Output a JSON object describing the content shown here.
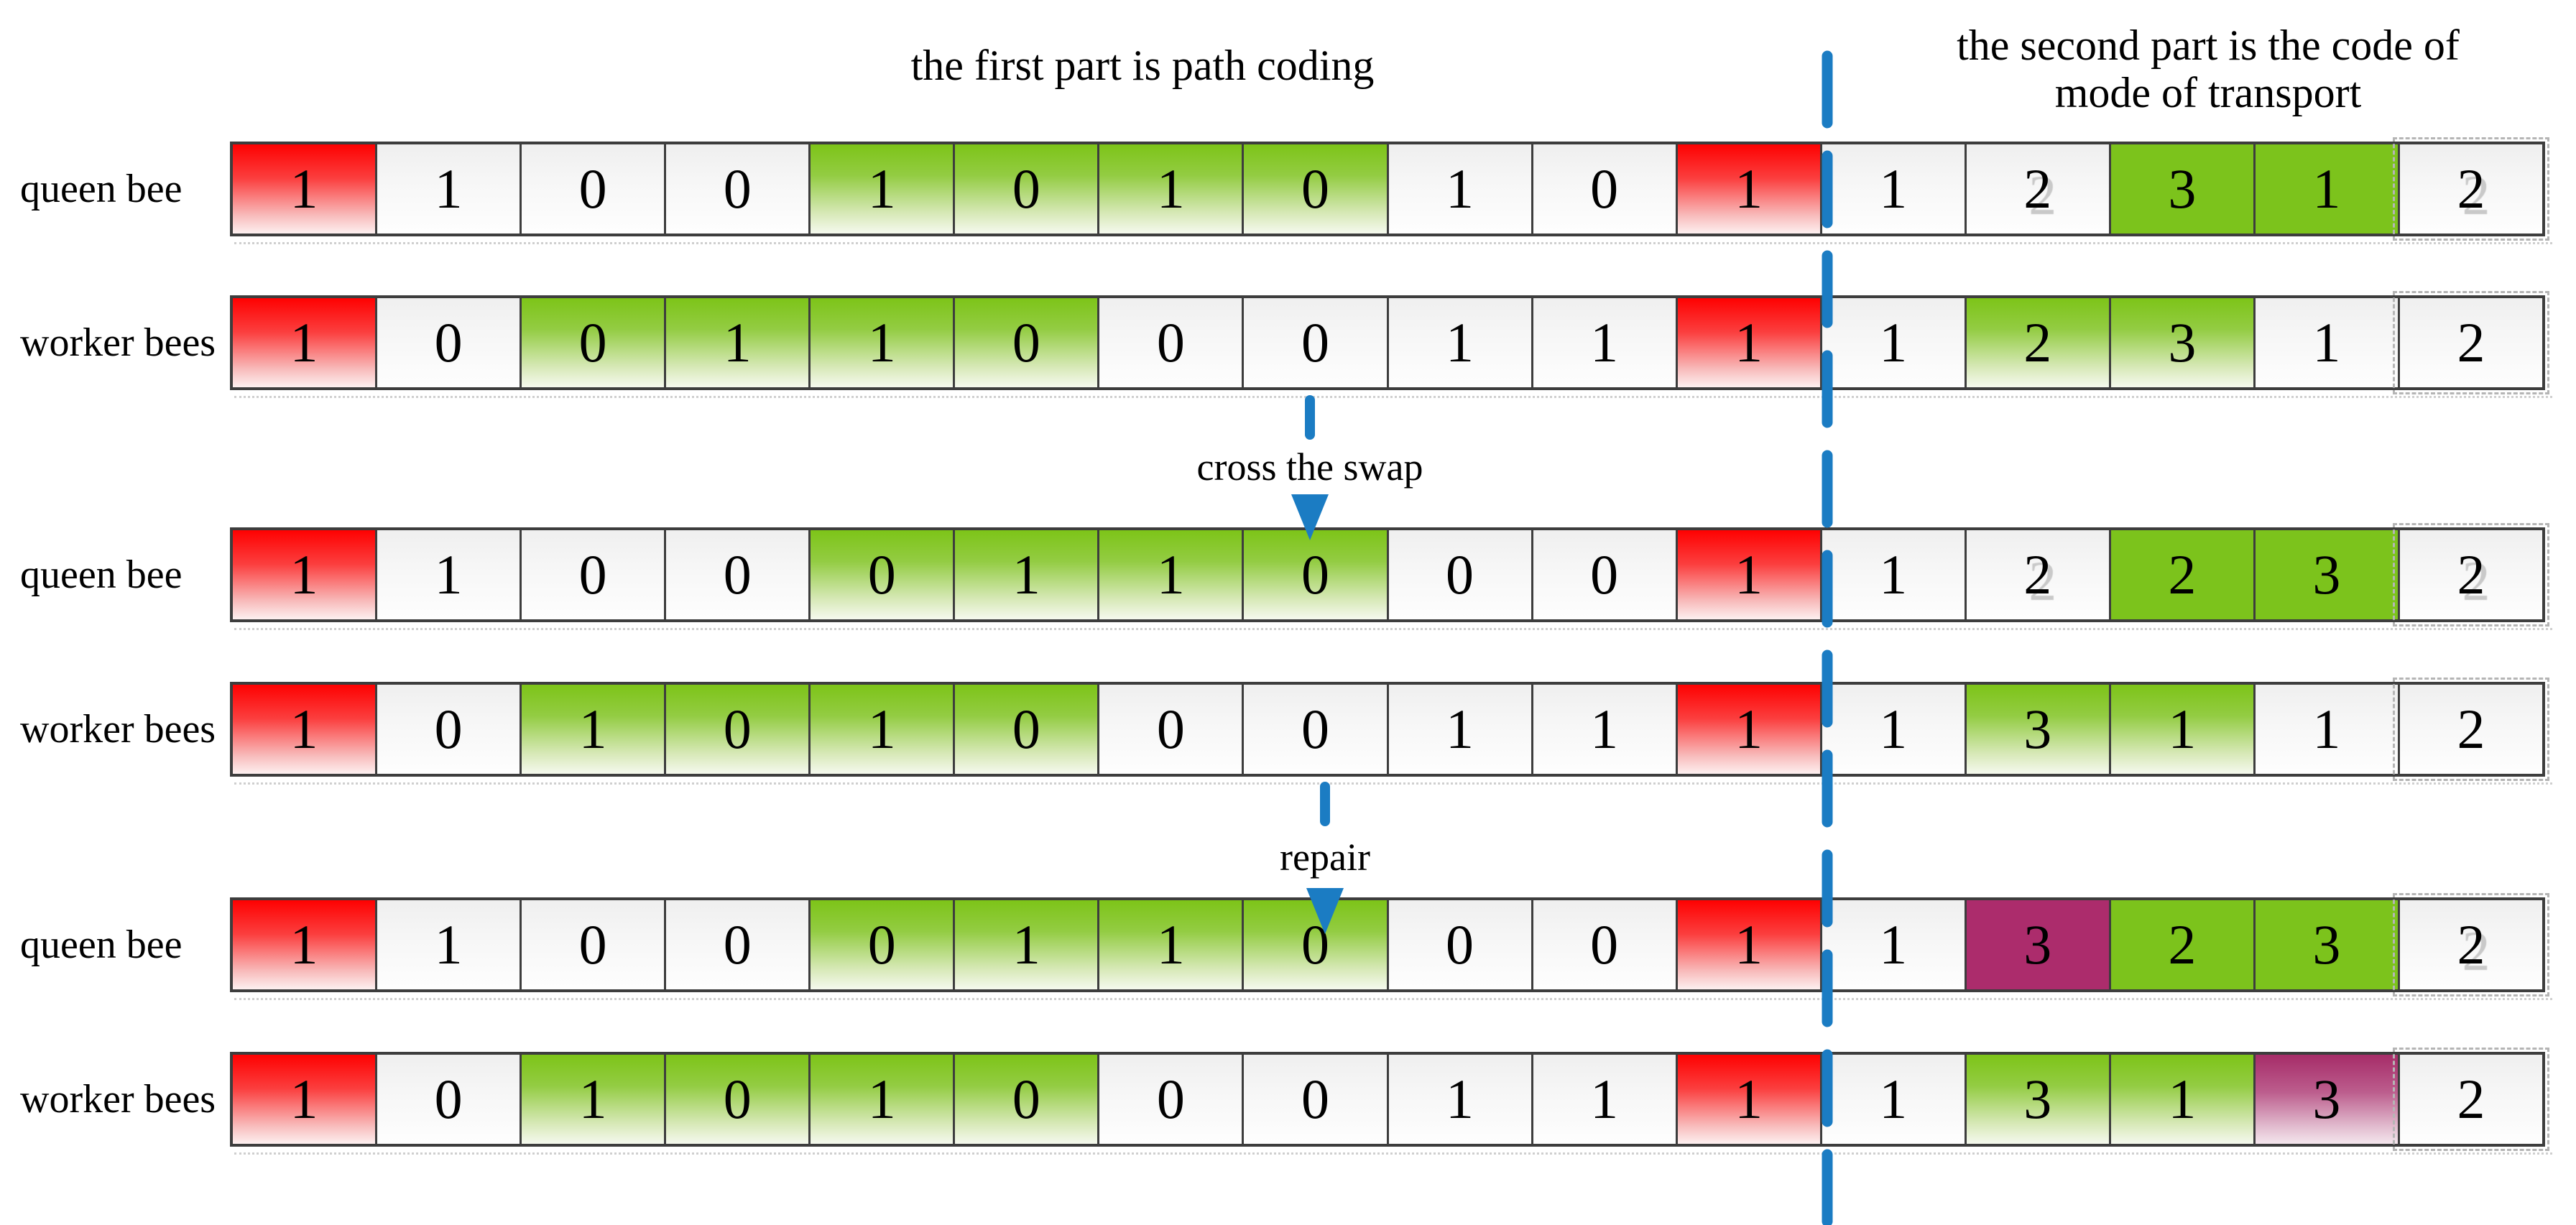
{
  "titles": {
    "first": "the first part is path coding",
    "second": [
      "the second part is the code of",
      "mode of transport"
    ]
  },
  "arrows": [
    {
      "label": "cross the swap"
    },
    {
      "label": "repair"
    }
  ],
  "palette": {
    "cell_red": "#fe0101",
    "cell_green": "#7cc31c",
    "cell_purple": "#ac2c6c",
    "divider_blue": "#1b7cc3",
    "cell_border": "#3d3d3d"
  },
  "rows": [
    {
      "label": "queen bee",
      "cells": [
        {
          "v": "1",
          "c": "red"
        },
        {
          "v": "1",
          "c": "white"
        },
        {
          "v": "0",
          "c": "white"
        },
        {
          "v": "0",
          "c": "white"
        },
        {
          "v": "1",
          "c": "green"
        },
        {
          "v": "0",
          "c": "green"
        },
        {
          "v": "1",
          "c": "green"
        },
        {
          "v": "0",
          "c": "green"
        },
        {
          "v": "1",
          "c": "white"
        },
        {
          "v": "0",
          "c": "white"
        },
        {
          "v": "1",
          "c": "red"
        },
        {
          "v": "1",
          "c": "white"
        },
        {
          "v": "2",
          "c": "white",
          "sh": true
        },
        {
          "v": "3",
          "c": "greenSolid"
        },
        {
          "v": "1",
          "c": "greenSolid"
        },
        {
          "v": "2",
          "c": "white",
          "sh": true
        }
      ]
    },
    {
      "label": "worker bees",
      "cells": [
        {
          "v": "1",
          "c": "red"
        },
        {
          "v": "0",
          "c": "white"
        },
        {
          "v": "0",
          "c": "green"
        },
        {
          "v": "1",
          "c": "green"
        },
        {
          "v": "1",
          "c": "green"
        },
        {
          "v": "0",
          "c": "green"
        },
        {
          "v": "0",
          "c": "white"
        },
        {
          "v": "0",
          "c": "white"
        },
        {
          "v": "1",
          "c": "white"
        },
        {
          "v": "1",
          "c": "white"
        },
        {
          "v": "1",
          "c": "red"
        },
        {
          "v": "1",
          "c": "white"
        },
        {
          "v": "2",
          "c": "green"
        },
        {
          "v": "3",
          "c": "green"
        },
        {
          "v": "1",
          "c": "white"
        },
        {
          "v": "2",
          "c": "white"
        }
      ]
    },
    {
      "label": "queen bee",
      "cells": [
        {
          "v": "1",
          "c": "red"
        },
        {
          "v": "1",
          "c": "white"
        },
        {
          "v": "0",
          "c": "white"
        },
        {
          "v": "0",
          "c": "white"
        },
        {
          "v": "0",
          "c": "green"
        },
        {
          "v": "1",
          "c": "green"
        },
        {
          "v": "1",
          "c": "green"
        },
        {
          "v": "0",
          "c": "green"
        },
        {
          "v": "0",
          "c": "white"
        },
        {
          "v": "0",
          "c": "white"
        },
        {
          "v": "1",
          "c": "red"
        },
        {
          "v": "1",
          "c": "white"
        },
        {
          "v": "2",
          "c": "white",
          "sh": true
        },
        {
          "v": "2",
          "c": "greenSolid"
        },
        {
          "v": "3",
          "c": "greenSolid"
        },
        {
          "v": "2",
          "c": "white",
          "sh": true
        }
      ]
    },
    {
      "label": "worker bees",
      "cells": [
        {
          "v": "1",
          "c": "red"
        },
        {
          "v": "0",
          "c": "white"
        },
        {
          "v": "1",
          "c": "green"
        },
        {
          "v": "0",
          "c": "green"
        },
        {
          "v": "1",
          "c": "green"
        },
        {
          "v": "0",
          "c": "green"
        },
        {
          "v": "0",
          "c": "white"
        },
        {
          "v": "0",
          "c": "white"
        },
        {
          "v": "1",
          "c": "white"
        },
        {
          "v": "1",
          "c": "white"
        },
        {
          "v": "1",
          "c": "red"
        },
        {
          "v": "1",
          "c": "white"
        },
        {
          "v": "3",
          "c": "green"
        },
        {
          "v": "1",
          "c": "green"
        },
        {
          "v": "1",
          "c": "white"
        },
        {
          "v": "2",
          "c": "white"
        }
      ]
    },
    {
      "label": "queen bee",
      "cells": [
        {
          "v": "1",
          "c": "red"
        },
        {
          "v": "1",
          "c": "white"
        },
        {
          "v": "0",
          "c": "white"
        },
        {
          "v": "0",
          "c": "white"
        },
        {
          "v": "0",
          "c": "green"
        },
        {
          "v": "1",
          "c": "green"
        },
        {
          "v": "1",
          "c": "green"
        },
        {
          "v": "0",
          "c": "green"
        },
        {
          "v": "0",
          "c": "white"
        },
        {
          "v": "0",
          "c": "white"
        },
        {
          "v": "1",
          "c": "red"
        },
        {
          "v": "1",
          "c": "white"
        },
        {
          "v": "3",
          "c": "purple"
        },
        {
          "v": "2",
          "c": "greenSolid"
        },
        {
          "v": "3",
          "c": "greenSolid"
        },
        {
          "v": "2",
          "c": "white",
          "sh": true
        }
      ]
    },
    {
      "label": "worker bees",
      "cells": [
        {
          "v": "1",
          "c": "red"
        },
        {
          "v": "0",
          "c": "white"
        },
        {
          "v": "1",
          "c": "green"
        },
        {
          "v": "0",
          "c": "green"
        },
        {
          "v": "1",
          "c": "green"
        },
        {
          "v": "0",
          "c": "green"
        },
        {
          "v": "0",
          "c": "white"
        },
        {
          "v": "0",
          "c": "white"
        },
        {
          "v": "1",
          "c": "white"
        },
        {
          "v": "1",
          "c": "white"
        },
        {
          "v": "1",
          "c": "red"
        },
        {
          "v": "1",
          "c": "white"
        },
        {
          "v": "3",
          "c": "green"
        },
        {
          "v": "1",
          "c": "green"
        },
        {
          "v": "3",
          "c": "purpleGrad"
        },
        {
          "v": "2",
          "c": "white"
        }
      ]
    }
  ]
}
